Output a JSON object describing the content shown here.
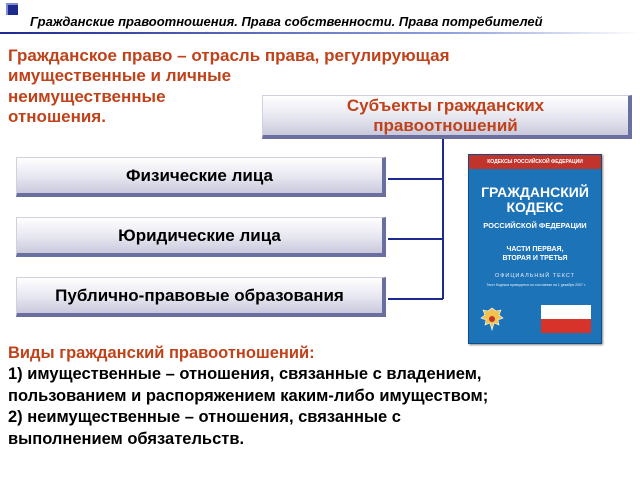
{
  "header": {
    "title": "Гражданские правоотношения. Права собственности. Права потребителей"
  },
  "definition": {
    "line1": "Гражданское право – отрасль права, регулирующая",
    "line2": "имущественные и личные",
    "line3": "неимущественные",
    "line4": "отношения."
  },
  "subjects": {
    "title_line1": "Субъекты гражданских",
    "title_line2": "правоотношений",
    "items": [
      "Физические лица",
      "Юридические лица",
      "Публично-правовые образования"
    ]
  },
  "book": {
    "top_text": "КОДЕКСЫ РОССИЙСКОЙ ФЕДЕРАЦИИ",
    "title_line1": "ГРАЖДАНСКИЙ",
    "title_line2": "КОДЕКС",
    "subtitle": "РОССИЙСКОЙ ФЕДЕРАЦИИ",
    "parts_line1": "ЧАСТИ ПЕРВАЯ,",
    "parts_line2": "ВТОРАЯ И ТРЕТЬЯ",
    "official": "ОФИЦИАЛЬНЫЙ ТЕКСТ",
    "small_text": "Текст Кодекса приводится по состоянию на 1 декабря 2007 г.",
    "emblem_icon": "russian-coat-of-arms-icon",
    "colors": {
      "cover": "#1d73b8",
      "band": "#c0342c",
      "flag_white": "#ffffff",
      "flag_red": "#d8332a"
    }
  },
  "types": {
    "title": "Виды гражданский правоотношений:",
    "lines": [
      "1) имущественные – отношения, связанные с владением,",
      "пользованием и распоряжением каким-либо имуществом;",
      "2) неимущественные – отношения, связанные с",
      "выполнением обязательств."
    ]
  },
  "colors": {
    "accent_text": "#c0421a",
    "header_blue": "#1b2a8c",
    "connector": "#1b2a8c",
    "box_shadow": "#6b6f9f"
  }
}
